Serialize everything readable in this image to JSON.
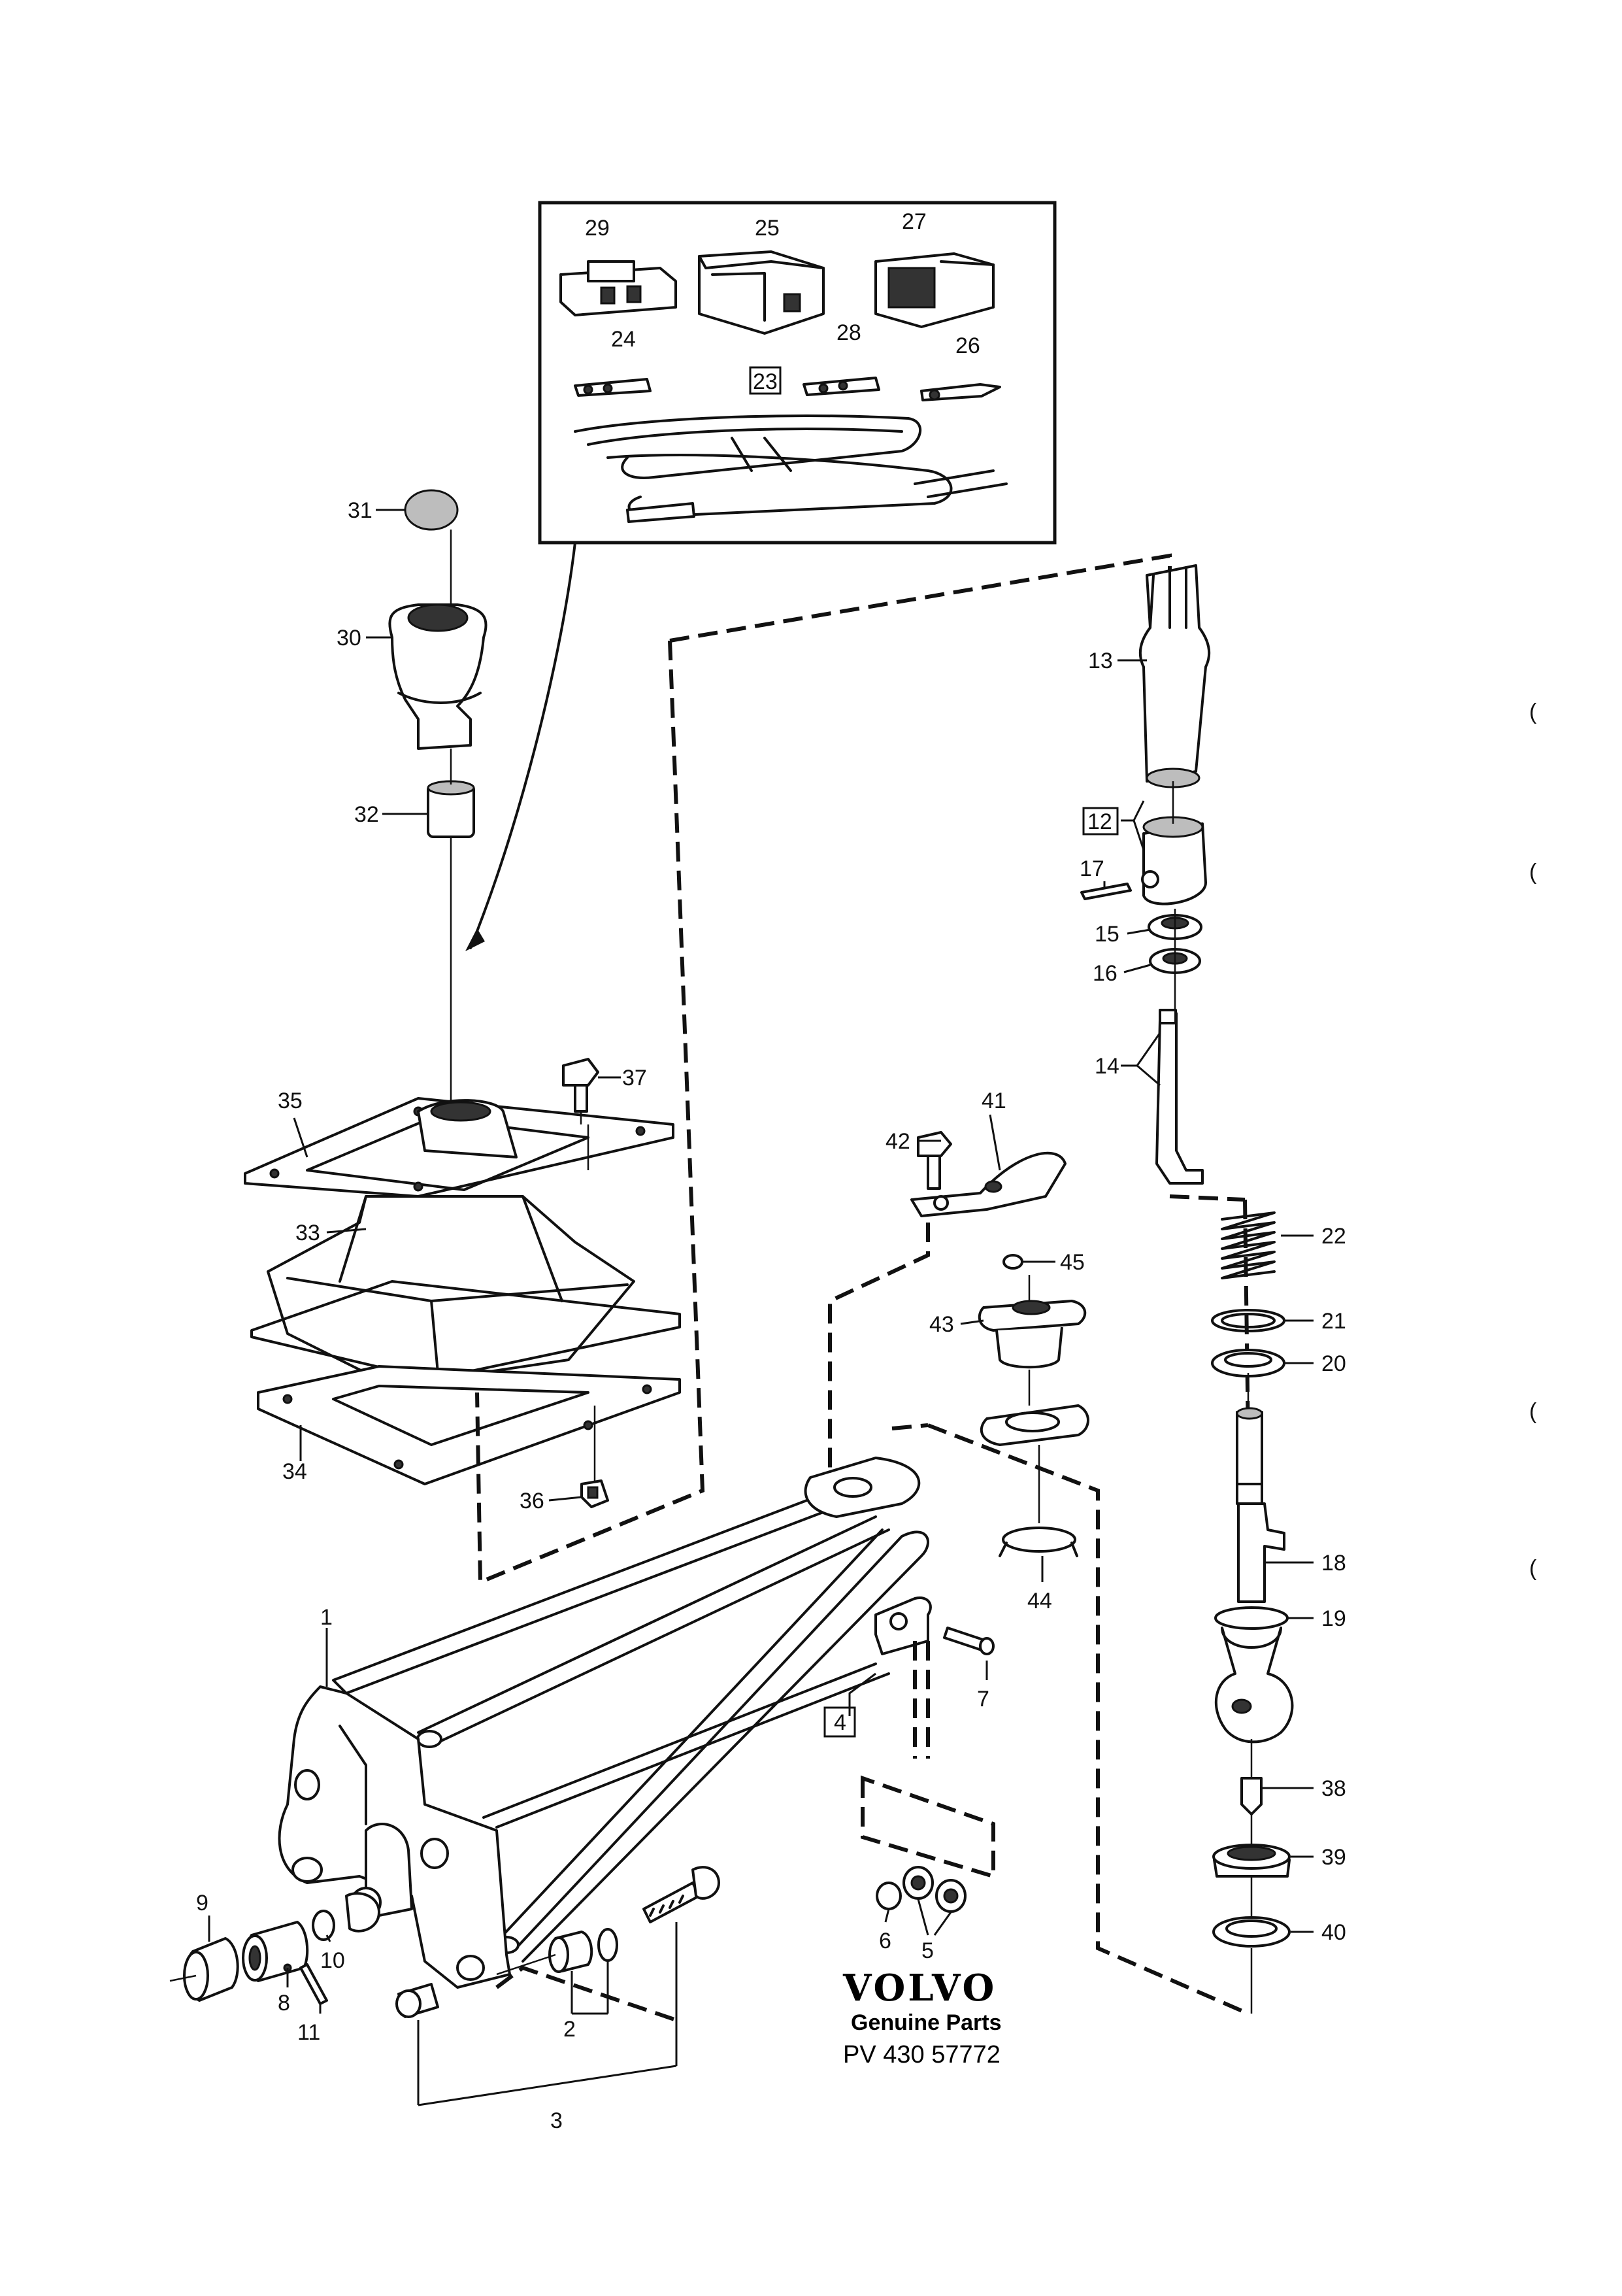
{
  "labels": {
    "p1": "1",
    "p2": "2",
    "p3": "3",
    "p4": "4",
    "p5": "5",
    "p6": "6",
    "p7": "7",
    "p8": "8",
    "p9": "9",
    "p10": "10",
    "p11": "11",
    "p12": "12",
    "p13": "13",
    "p14": "14",
    "p15": "15",
    "p16": "16",
    "p17": "17",
    "p18": "18",
    "p19": "19",
    "p20": "20",
    "p21": "21",
    "p22": "22",
    "p23": "23",
    "p24": "24",
    "p25": "25",
    "p26": "26",
    "p27": "27",
    "p28": "28",
    "p29": "29",
    "p30": "30",
    "p31": "31",
    "p32": "32",
    "p33": "33",
    "p34": "34",
    "p35": "35",
    "p36": "36",
    "p37": "37",
    "p38": "38",
    "p39": "39",
    "p40": "40",
    "p41": "41",
    "p42": "42",
    "p43": "43",
    "p44": "44",
    "p45": "45"
  },
  "brand": {
    "name": "VOLVO",
    "subtitle": "Genuine Parts",
    "code": "PV 430 57772"
  },
  "margin_marks": [
    "(",
    "(",
    "(",
    "("
  ]
}
